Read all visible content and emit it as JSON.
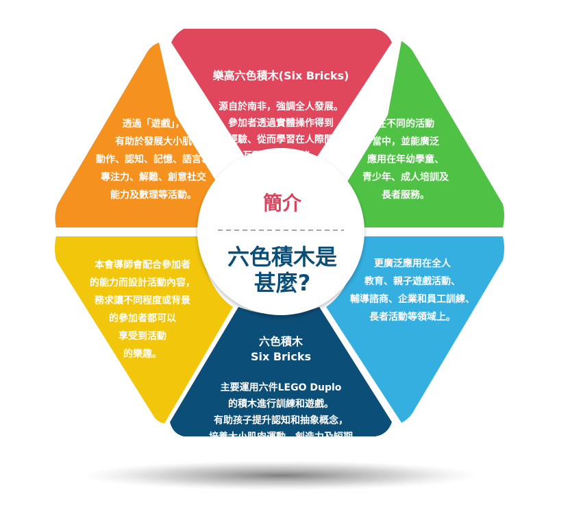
{
  "center": {
    "heading": "簡介",
    "question": "六色積木是\n甚麼?"
  },
  "segments": {
    "top": {
      "title": "樂高六色積木(Six Bricks)",
      "body": "源自於南非，強調全人發展。\n參加者透過實體操作得到\n經驗、從而學習在人際間\n互動及處理情緒。",
      "color": "#e0475d"
    },
    "top_right": {
      "body": "在不同的活動\n當中，並能廣泛\n應用在年幼學童、\n青少年、成人培訓及\n長者服務。",
      "color": "#4fc245"
    },
    "bottom_right": {
      "body": "更廣泛應用在全人\n教育、親子遊戲活動、\n輔導諮商、企業和員工訓練、\n長者活動等領域上。",
      "color": "#35aee0"
    },
    "bottom": {
      "title": "六色積木\nSix Bricks",
      "body": "主要運用六件LEGO Duplo\n的積木進行訓練和遊戲。\n有助孩子提升認知和抽象概念，\n培養大小肌肉運動、創造力及短期\n記憶力等多元發展。",
      "color": "#0b4e78"
    },
    "bottom_left": {
      "body": "本會導師會配合參加者\n的能力而設計活動內容，\n務求讓不同程度或背景\n的參加者都可以\n享受到活動\n的樂趣。",
      "color": "#f1c60b"
    },
    "top_left": {
      "body": "透過「遊戲」，\n有助於發展大小肌\n動作、認知、記憶、語言、\n專注力、解難、創意社交\n能力及數理等活動。",
      "color": "#f5921f"
    }
  },
  "accent": {
    "heading_color": "#d9435b",
    "question_color": "#0b4e78",
    "divider_color": "#888888"
  }
}
